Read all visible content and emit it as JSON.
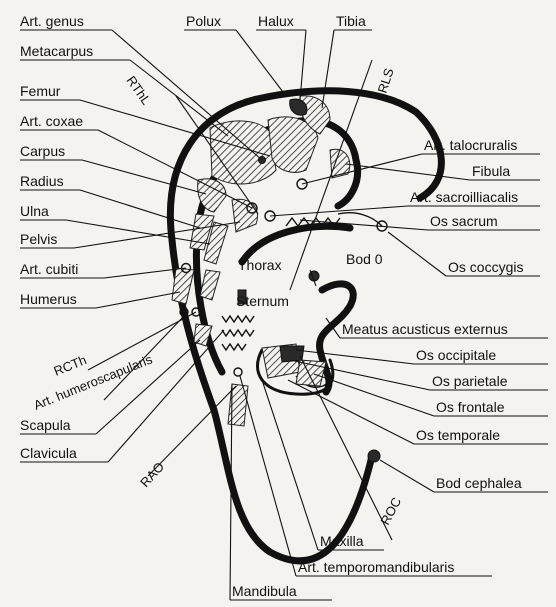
{
  "labels": {
    "art_genus": "Art. genus",
    "metacarpus": "Metacarpus",
    "femur": "Femur",
    "art_coxae": "Art. coxae",
    "carpus": "Carpus",
    "radius": "Radius",
    "ulna": "Ulna",
    "pelvis": "Pelvis",
    "art_cubiti": "Art. cubiti",
    "humerus": "Humerus",
    "rcth": "RCTh",
    "art_humeroscapularis": "Art. humeroscapularis",
    "scapula": "Scapula",
    "clavicula": "Clavicula",
    "rao": "RAO",
    "mandibula": "Mandibula",
    "polux": "Polux",
    "halux": "Halux",
    "tibia": "Tibia",
    "rthl": "RThL",
    "rls": "RLS",
    "art_talocruralis": "Art. talocruralis",
    "fibula": "Fibula",
    "art_sacroilliacalis": "Art. sacroilliacalis",
    "os_sacrum": "Os sacrum",
    "os_coccygis": "Os coccygis",
    "thorax": "Thorax",
    "bod_0": "Bod 0",
    "sternum": "Sternum",
    "meatus": "Meatus acusticus externus",
    "os_occipitale": "Os occipitale",
    "os_parietale": "Os parietale",
    "os_frontale": "Os frontale",
    "os_temporale": "Os temporale",
    "bod_cephalea": "Bod cephalea",
    "roc": "ROC",
    "maxilla": "Maxilla",
    "art_temporomandibularis": "Art. temporomandibularis"
  },
  "colors": {
    "ink": "#111111",
    "paper": "#f4f3ef"
  }
}
